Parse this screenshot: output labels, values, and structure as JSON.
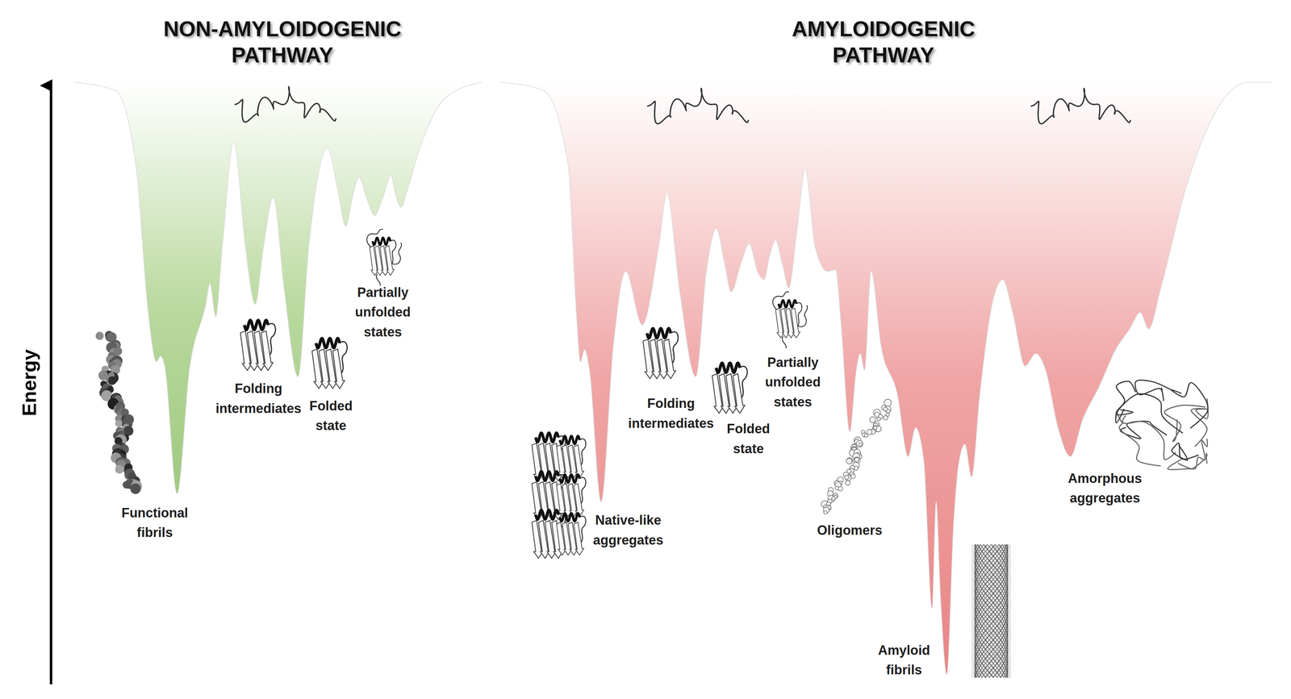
{
  "diagram": {
    "labels": [
      "NON-AMYLOIDOGENIC PATHWAY",
      "AMYLOIDOGENIC PATHWAY",
      "Energy",
      "Functional fibrils",
      "Folding intermediates",
      "Folded state",
      "Partially unfolded states",
      "Native-like aggregates",
      "Folding intermediates",
      "Folded state",
      "Partially unfolded states",
      "Oligomers",
      "Amyloid fibrils",
      "Amorphous aggregates"
    ]
  }
}
